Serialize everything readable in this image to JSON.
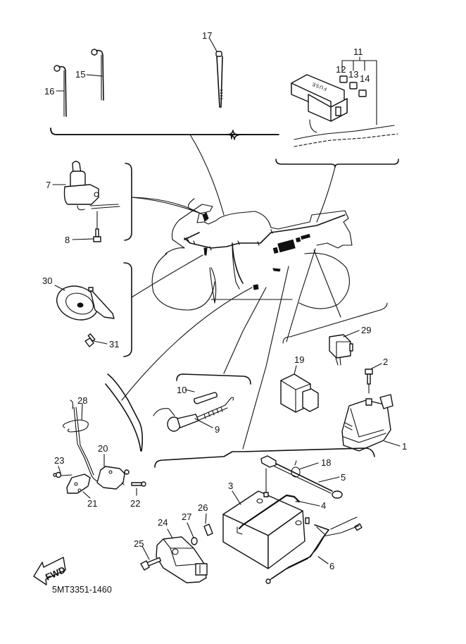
{
  "diagram": {
    "title": "Electrical 2",
    "part_code": "5MT3351-1460",
    "fwd_label": "FWD",
    "fuse_box_label": "FUSE",
    "callouts": [
      {
        "id": "1",
        "part": "starter-relay"
      },
      {
        "id": "2",
        "part": "relay-bolt"
      },
      {
        "id": "3",
        "part": "battery"
      },
      {
        "id": "4",
        "part": "battery-band"
      },
      {
        "id": "5",
        "part": "battery-positive-lead"
      },
      {
        "id": "6",
        "part": "battery-negative-lead"
      },
      {
        "id": "7",
        "part": "sidestand-switch"
      },
      {
        "id": "8",
        "part": "sidestand-switch-bolt"
      },
      {
        "id": "9",
        "part": "rear-brake-switch"
      },
      {
        "id": "10",
        "part": "switch-spring-cover"
      },
      {
        "id": "11",
        "part": "fuse-set"
      },
      {
        "id": "12",
        "part": "fuse"
      },
      {
        "id": "13",
        "part": "fuse"
      },
      {
        "id": "14",
        "part": "fuse"
      },
      {
        "id": "15",
        "part": "cable-band"
      },
      {
        "id": "16",
        "part": "cable-band"
      },
      {
        "id": "17",
        "part": "cable-tie"
      },
      {
        "id": "18",
        "part": "lead-clamp"
      },
      {
        "id": "19",
        "part": "relay-unit"
      },
      {
        "id": "20",
        "part": "neutral-switch"
      },
      {
        "id": "21",
        "part": "switch-bracket"
      },
      {
        "id": "22",
        "part": "bracket-bolt"
      },
      {
        "id": "23",
        "part": "bracket-nut"
      },
      {
        "id": "24",
        "part": "ignitor-unit"
      },
      {
        "id": "25",
        "part": "ignitor-bolt"
      },
      {
        "id": "26",
        "part": "clip-nut"
      },
      {
        "id": "27",
        "part": "washer"
      },
      {
        "id": "28",
        "part": "wire-clip"
      },
      {
        "id": "29",
        "part": "flasher-relay"
      },
      {
        "id": "30",
        "part": "horn"
      },
      {
        "id": "31",
        "part": "horn-bolt"
      }
    ]
  }
}
